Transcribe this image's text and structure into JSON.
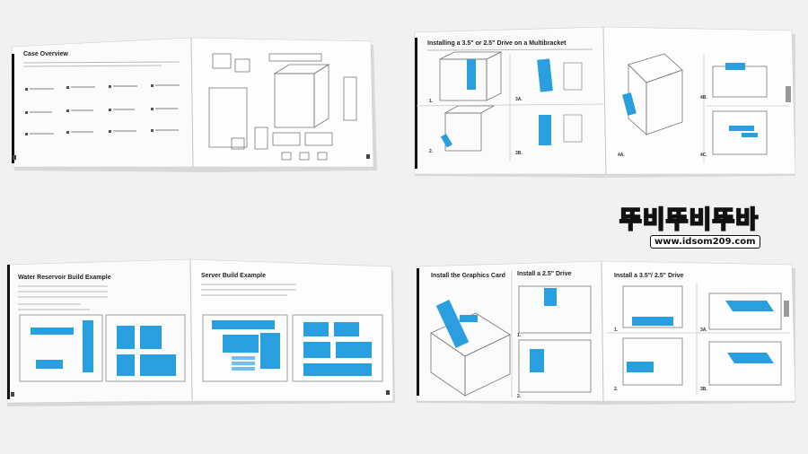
{
  "photos": [
    {
      "title": "Case Overview"
    },
    {
      "title": "Installing a 3.5\" or 2.5\" Drive on a Multibracket",
      "steps": [
        "1.",
        "2.",
        "3A.",
        "3B.",
        "4A.",
        "4B.",
        "4C."
      ]
    },
    {
      "left_title": "Water Reservoir Build Example",
      "right_title": "Server Build Example"
    },
    {
      "title_a": "Install the Graphics Card",
      "title_b": "Install a 2.5\" Drive",
      "title_c": "Install a 3.5\"/ 2.5\" Drive",
      "steps_b": [
        "1.",
        "2."
      ],
      "steps_c": [
        "1.",
        "2.",
        "3A.",
        "3B."
      ]
    }
  ],
  "watermark": {
    "logo": "뚜비뚜비뚜바",
    "url": "www.idsom209.com"
  },
  "colors": {
    "accent_blue": "#2a9fe0",
    "paper": "#fbfbfb",
    "background": "#f1f1f1"
  }
}
